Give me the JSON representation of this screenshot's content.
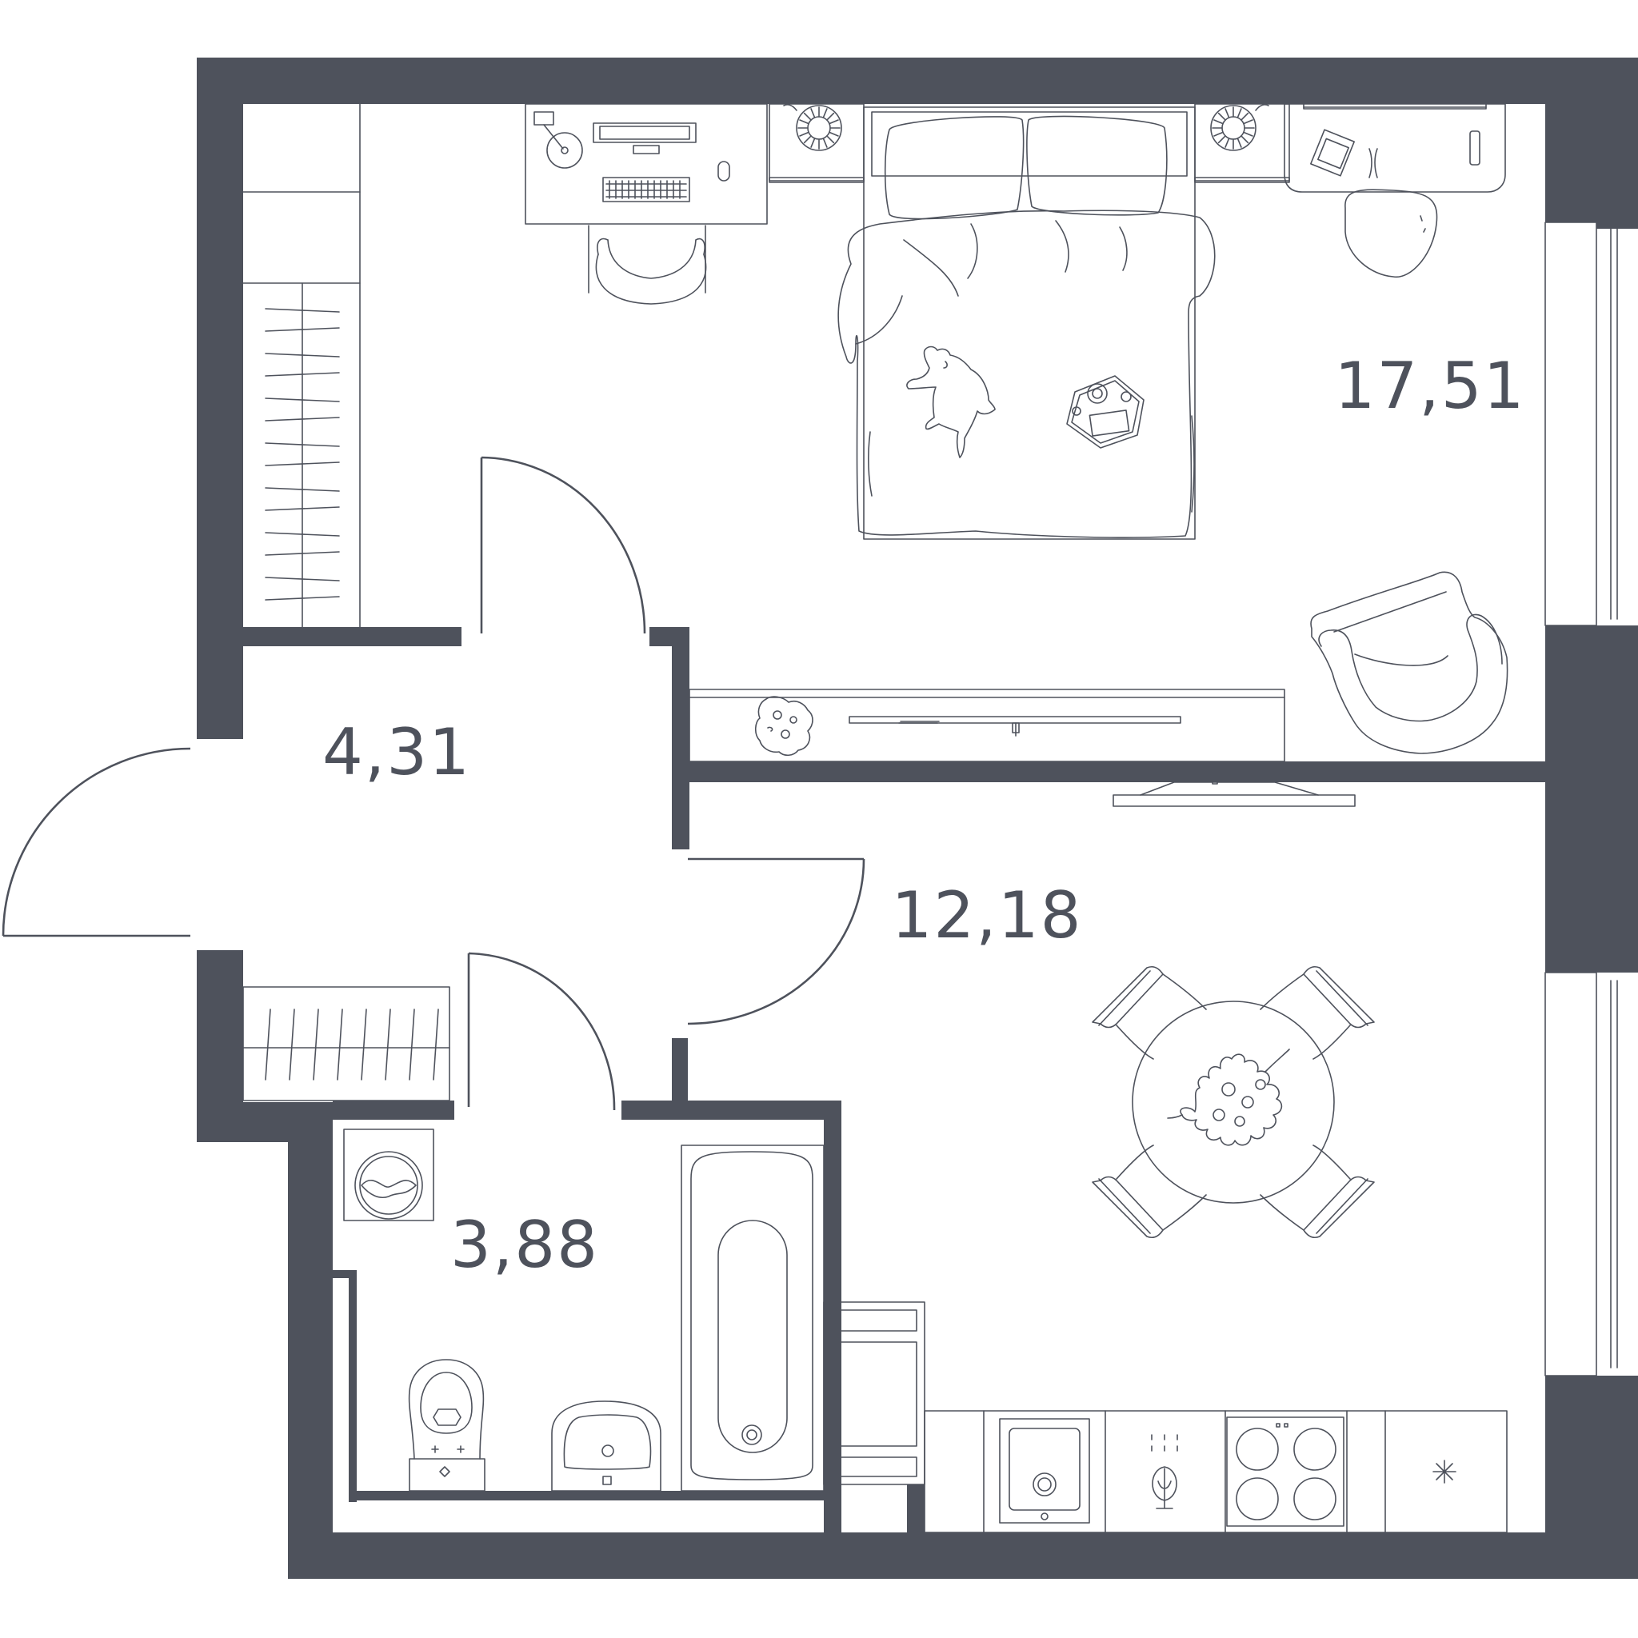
{
  "rooms": [
    {
      "id": "bedroom",
      "area": "17,51"
    },
    {
      "id": "hallway",
      "area": "4,31"
    },
    {
      "id": "kitchen-living",
      "area": "12,18"
    },
    {
      "id": "bathroom",
      "area": "3,88"
    }
  ],
  "colors": {
    "walls": "#4e525c",
    "background": "#ffffff",
    "lines": "#4e525c"
  }
}
